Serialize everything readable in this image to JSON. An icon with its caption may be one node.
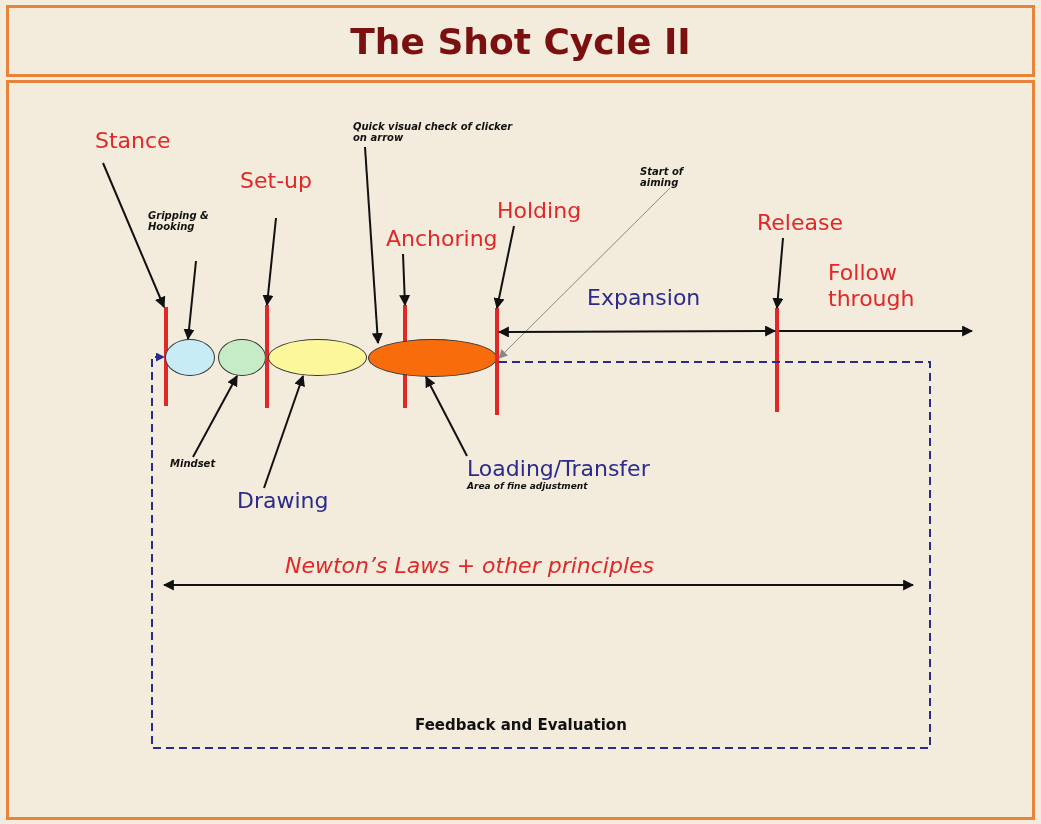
{
  "diagram": {
    "title": "The Shot Cycle II",
    "nodes": [
      {
        "text": [
          "Stance"
        ]
      },
      {
        "text": [],
        "shape": "bar"
      },
      {
        "text": [
          "Gripping & Hooking"
        ]
      },
      {
        "text": [],
        "shape": "ellipse"
      },
      {
        "text": [
          "Mindset"
        ]
      },
      {
        "text": [],
        "shape": "ellipse"
      },
      {
        "text": [
          "Set-up"
        ]
      },
      {
        "text": [],
        "shape": "bar"
      },
      {
        "text": [
          "Drawing"
        ]
      },
      {
        "text": [],
        "shape": "ellipse"
      },
      {
        "text": [
          "Quick visual check of clicker on arrow"
        ]
      },
      {
        "text": [
          "Anchoring"
        ]
      },
      {
        "text": [],
        "shape": "bar"
      },
      {
        "text": [],
        "shape": "ellipse"
      },
      {
        "text": [
          "Loading/Transfer",
          "Area of fine adjustment"
        ]
      },
      {
        "text": [
          "Holding"
        ]
      },
      {
        "text": [],
        "shape": "bar"
      },
      {
        "text": [
          "Start of aiming"
        ]
      },
      {
        "text": [
          "Release"
        ]
      },
      {
        "text": [],
        "shape": "bar"
      }
    ],
    "edges": [
      {
        "from": 0,
        "to": 1,
        "arrow": "to"
      },
      {
        "from": 2,
        "to": 3,
        "arrow": "to"
      },
      {
        "from": 4,
        "to": 5,
        "arrow": "to"
      },
      {
        "from": 6,
        "to": 7,
        "arrow": "to"
      },
      {
        "from": 8,
        "to": 9,
        "arrow": "to"
      },
      {
        "from": 10,
        "to": 13,
        "arrow": "to"
      },
      {
        "from": 11,
        "to": 12,
        "arrow": "to"
      },
      {
        "from": 14,
        "to": 13,
        "arrow": "to"
      },
      {
        "from": 15,
        "to": 16,
        "arrow": "to"
      },
      {
        "from": 17,
        "to": 16,
        "arrow": "to",
        "color": "#888888"
      },
      {
        "from": 18,
        "to": 19,
        "arrow": "to"
      },
      {
        "from": 16,
        "to": 19,
        "arrow": "both",
        "label": "Expansion"
      },
      {
        "from": 19,
        "to": null,
        "arrow": "to",
        "label": "Follow through"
      },
      {
        "from": 16,
        "to": 1,
        "arrow": "to",
        "style": "dashed",
        "color": "#2b2b8c",
        "label": "Feedback and Evaluation"
      }
    ],
    "labels": [
      "Newton’s Laws + other principles"
    ]
  }
}
